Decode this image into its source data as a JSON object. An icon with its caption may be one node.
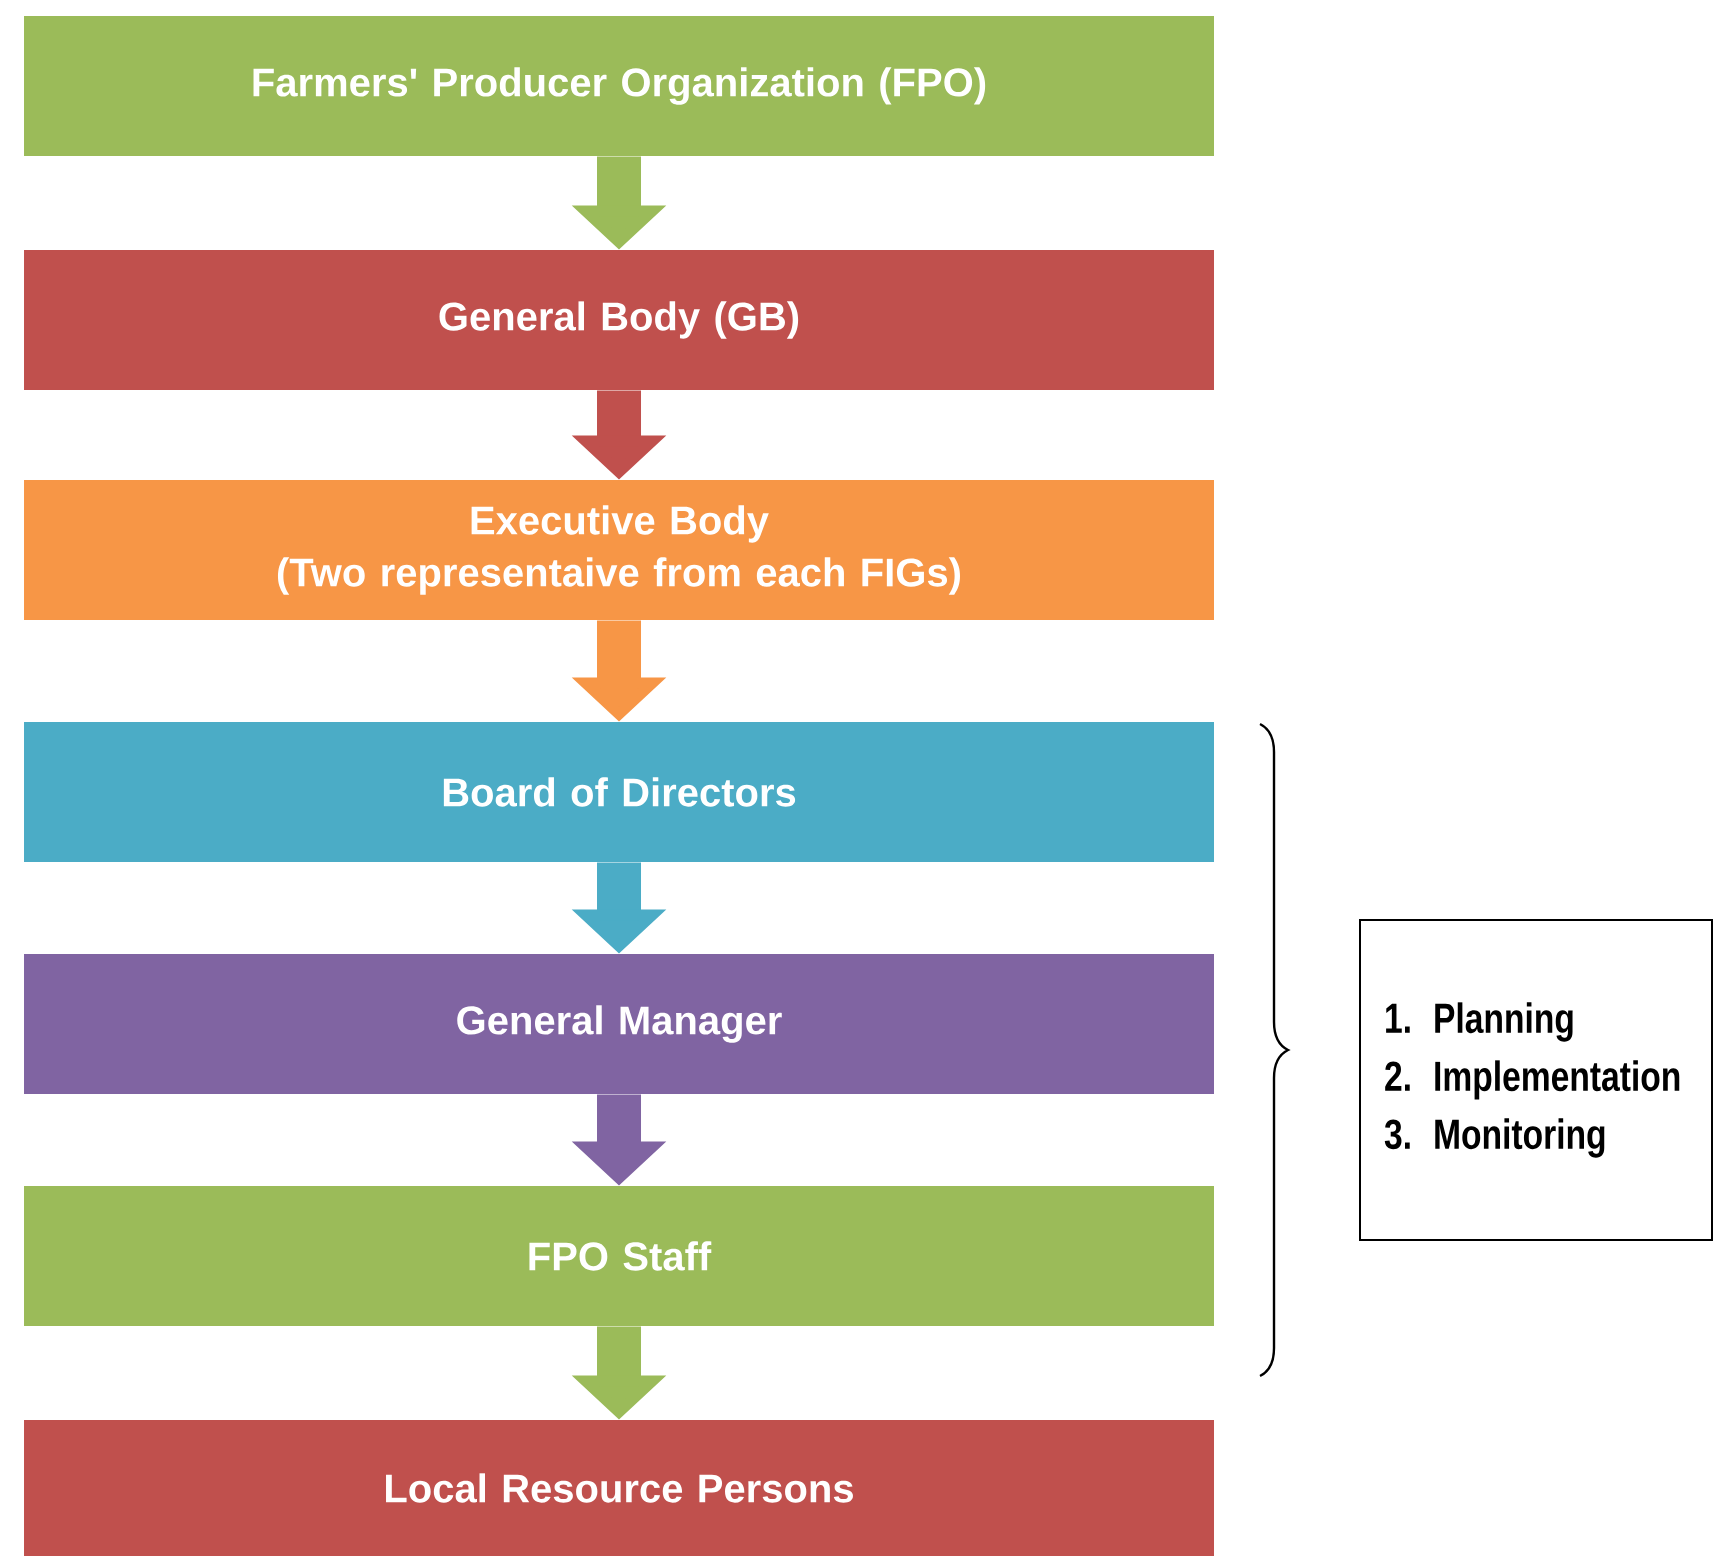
{
  "diagram": {
    "nodes": [
      {
        "text": [
          "Farmers' Producer Organization (FPO)"
        ]
      },
      {
        "text": [
          "General Body (GB)"
        ]
      },
      {
        "text": [
          "Executive Body",
          "(Two representaive from each FIGs)"
        ]
      },
      {
        "text": [
          "Board of Directors"
        ]
      },
      {
        "text": [
          "General Manager"
        ]
      },
      {
        "text": [
          "FPO Staff"
        ]
      },
      {
        "text": [
          "Local Resource Persons"
        ]
      },
      {
        "text": [
          "1. Planning",
          "2. Implementation",
          "3. Monitoring"
        ]
      }
    ],
    "edges": [
      {
        "from": 0,
        "to": 1,
        "arrow": "to",
        "color": "#9bbb59"
      },
      {
        "from": 1,
        "to": 2,
        "arrow": "to",
        "color": "#c0504d"
      },
      {
        "from": 2,
        "to": 3,
        "arrow": "to",
        "color": "#f79646"
      },
      {
        "from": 3,
        "to": 4,
        "arrow": "to",
        "color": "#4bacc6"
      },
      {
        "from": 4,
        "to": 5,
        "arrow": "to",
        "color": "#8064a2"
      },
      {
        "from": 5,
        "to": 6,
        "arrow": "to",
        "color": "#9bbb59"
      }
    ]
  }
}
